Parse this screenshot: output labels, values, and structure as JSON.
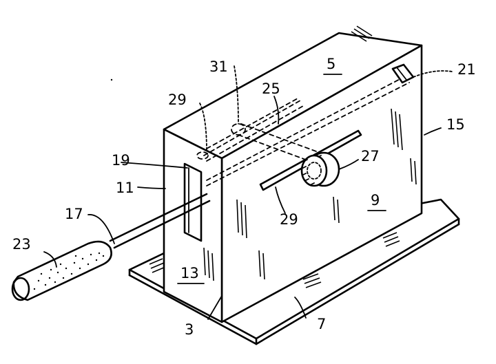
{
  "labels": {
    "l3": "3",
    "l5": "5",
    "l7": "7",
    "l9": "9",
    "l11": "11",
    "l13": "13",
    "l15": "15",
    "l17": "17",
    "l19": "19",
    "l21": "21",
    "l23": "23",
    "l25": "25",
    "l27": "27",
    "l29a": "29",
    "l29b": "29",
    "l31": "31"
  }
}
